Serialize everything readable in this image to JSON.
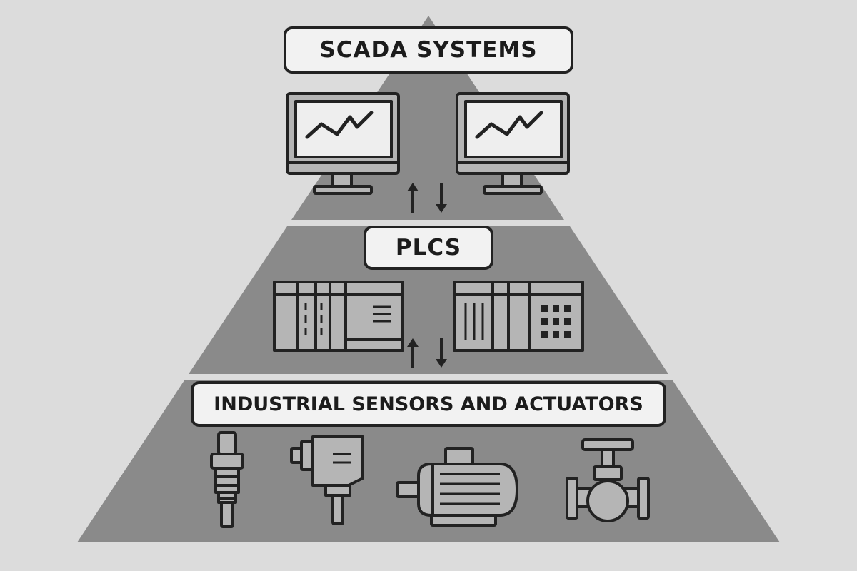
{
  "diagram": {
    "tiers": [
      {
        "label": "SCADA SYSTEMS",
        "icons": [
          "monitor-icon",
          "monitor-icon"
        ]
      },
      {
        "label": "PLCS",
        "icons": [
          "plc-icon",
          "plc-icon"
        ]
      },
      {
        "label": "INDUSTRIAL SENSORS AND ACTUATORS",
        "icons": [
          "sensor-icon",
          "transmitter-icon",
          "motor-icon",
          "valve-icon"
        ]
      }
    ],
    "connectors": [
      "bidirectional-arrow-icon",
      "bidirectional-arrow-icon"
    ],
    "colors": {
      "background": "#dcdcdc",
      "pyramid": "#8a8a8a",
      "outline": "#222222",
      "label_fill": "#f2f2f2",
      "icon_fill": "#b5b5b5",
      "screen_fill": "#eeeeee"
    }
  }
}
